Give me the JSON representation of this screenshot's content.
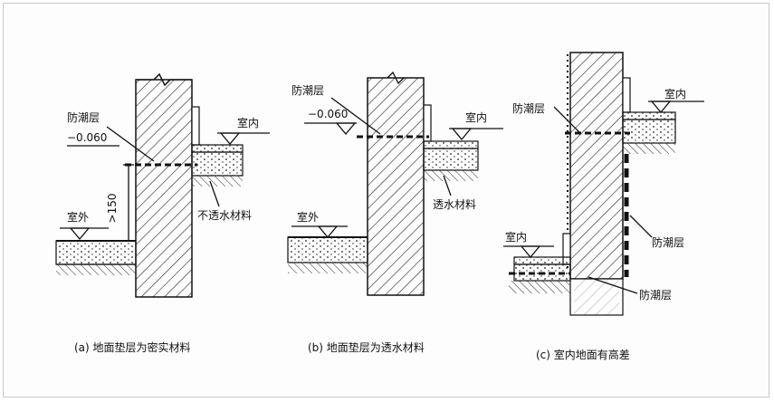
{
  "panel_a": {
    "label_damp": "防潮层",
    "label_level": "−0.060",
    "label_indoor": "室内",
    "label_outdoor": "室外",
    "label_dim": ">150",
    "label_material": "不透水材料",
    "caption": "(a) 地面垫层为密实材料"
  },
  "panel_b": {
    "label_damp": "防潮层",
    "label_level": "−0.060",
    "label_indoor": "室内",
    "label_outdoor": "室外",
    "label_material": "透水材料",
    "caption": "(b) 地面垫层为透水材料"
  },
  "panel_c": {
    "label_damp_top": "防潮层",
    "label_indoor_top": "室内",
    "label_indoor_bottom": "室内",
    "label_damp_vertical": "防潮层",
    "label_damp_bottom": "防潮层",
    "caption": "(c) 室内地面有高差"
  }
}
